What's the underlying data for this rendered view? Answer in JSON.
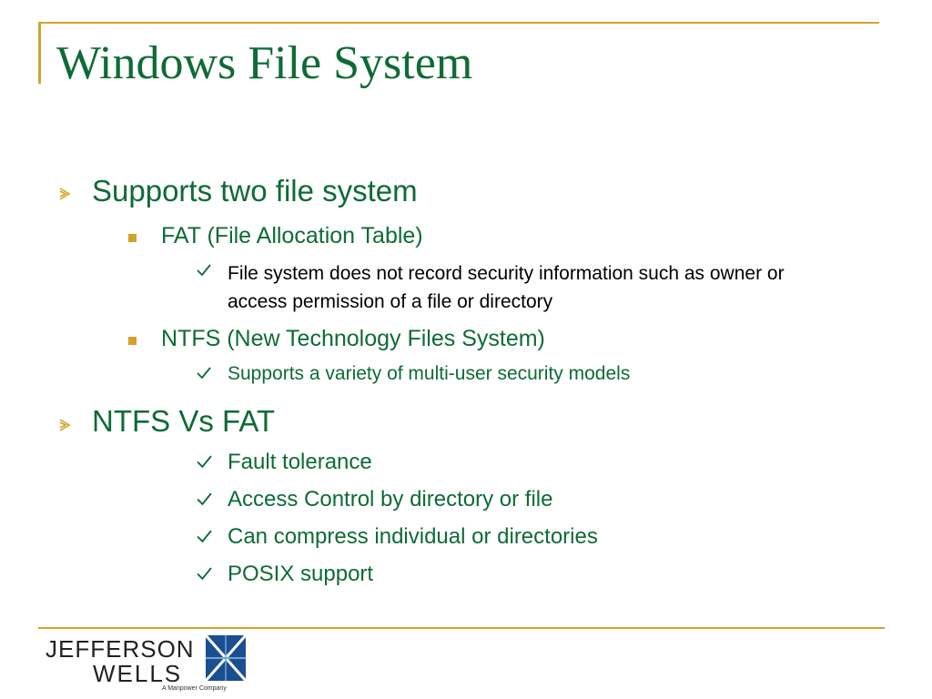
{
  "slide": {
    "title": "Windows File System",
    "bullets": [
      {
        "text": "Supports two file system"
      },
      {
        "text": "FAT (File Allocation Table)"
      },
      {
        "text": "File system does not record security information such as owner or access permission of a file or directory"
      },
      {
        "text": "NTFS (New Technology Files System)"
      },
      {
        "text": "Supports a variety of multi-user security models"
      },
      {
        "text": "NTFS Vs FAT"
      },
      {
        "text": "Fault tolerance"
      },
      {
        "text": "Access Control by directory or file"
      },
      {
        "text": "Can compress individual or directories"
      },
      {
        "text": "POSIX support"
      }
    ]
  },
  "footer": {
    "logo_line1": "JEFFERSON",
    "logo_line2": "WELLS",
    "logo_tagline": "A Manpower Company"
  },
  "colors": {
    "title": "#0e6b36",
    "text": "#0e6b36",
    "accent": "#d4a22a",
    "logo_blue": "#1b4f8f"
  },
  "icons": {
    "level1": "arrow-bullet-icon",
    "level2": "square-bullet-icon",
    "level3": "check-bullet-icon"
  }
}
